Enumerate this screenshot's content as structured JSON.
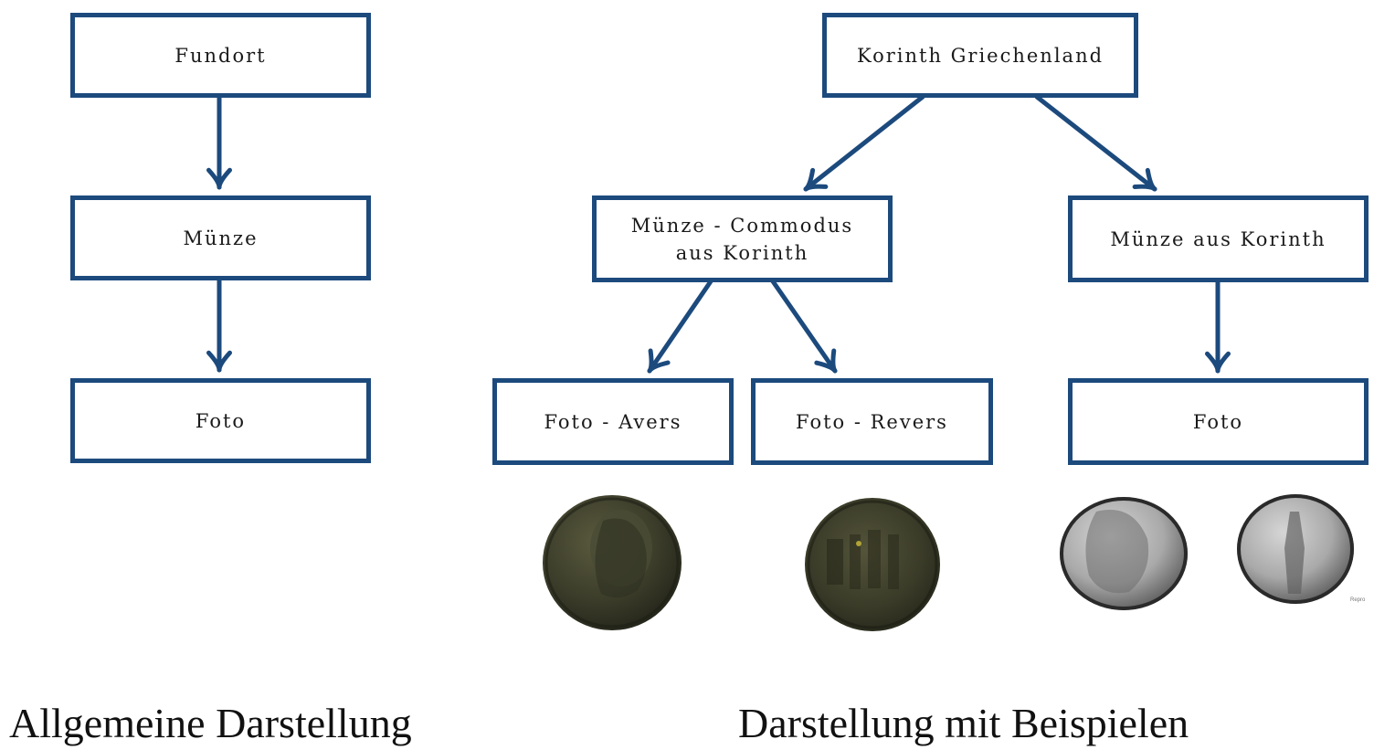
{
  "colors": {
    "box_border": "#1c4a7d",
    "arrow": "#1c4a7d",
    "text": "#1a1a1a",
    "background": "#ffffff"
  },
  "general": {
    "caption": "Allgemeine Darstellung",
    "fundort": "Fundort",
    "muenze": "Münze",
    "foto": "Foto"
  },
  "examples": {
    "caption": "Darstellung mit Beispielen",
    "root": "Korinth Griechenland",
    "muenze_commodus": "Münze - Commodus\naus Korinth",
    "muenze_korinth": "Münze aus Korinth",
    "foto_avers": "Foto - Avers",
    "foto_revers": "Foto - Revers",
    "foto": "Foto"
  },
  "photos": {
    "repro_label": "Repro"
  },
  "edges": [
    {
      "from": "general-fundort-box",
      "to": "general-muenze-box"
    },
    {
      "from": "general-muenze-box",
      "to": "general-foto-box"
    },
    {
      "from": "example-root-box",
      "to": "example-muenze-commodus-box"
    },
    {
      "from": "example-root-box",
      "to": "example-muenze-korinth-box"
    },
    {
      "from": "example-muenze-commodus-box",
      "to": "example-foto-avers-box"
    },
    {
      "from": "example-muenze-commodus-box",
      "to": "example-foto-revers-box"
    },
    {
      "from": "example-muenze-korinth-box",
      "to": "example-foto-box"
    }
  ]
}
